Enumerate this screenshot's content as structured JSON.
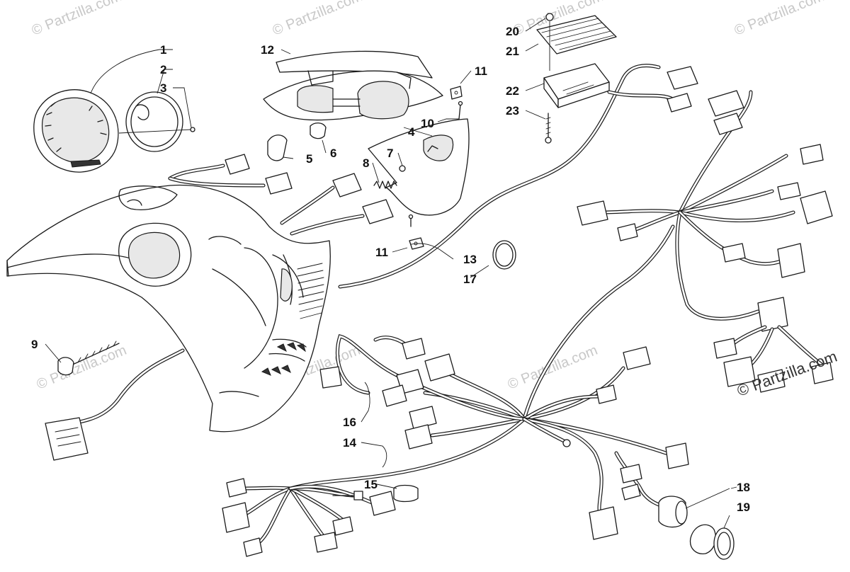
{
  "watermark": {
    "text": "© Partzilla.com",
    "corner_text": "© Partzilla.com"
  },
  "callouts": {
    "c1": "1",
    "c2": "2",
    "c3": "3",
    "c4": "4",
    "c5": "5",
    "c6": "6",
    "c7": "7",
    "c8": "8",
    "c9": "9",
    "c10": "10",
    "c11a": "11",
    "c11b": "11",
    "c12": "12",
    "c13": "13",
    "c14": "14",
    "c15": "15",
    "c16": "16",
    "c17": "17",
    "c18": "18",
    "c19": "19",
    "c20": "20",
    "c21": "21",
    "c22": "22",
    "c23": "23"
  }
}
